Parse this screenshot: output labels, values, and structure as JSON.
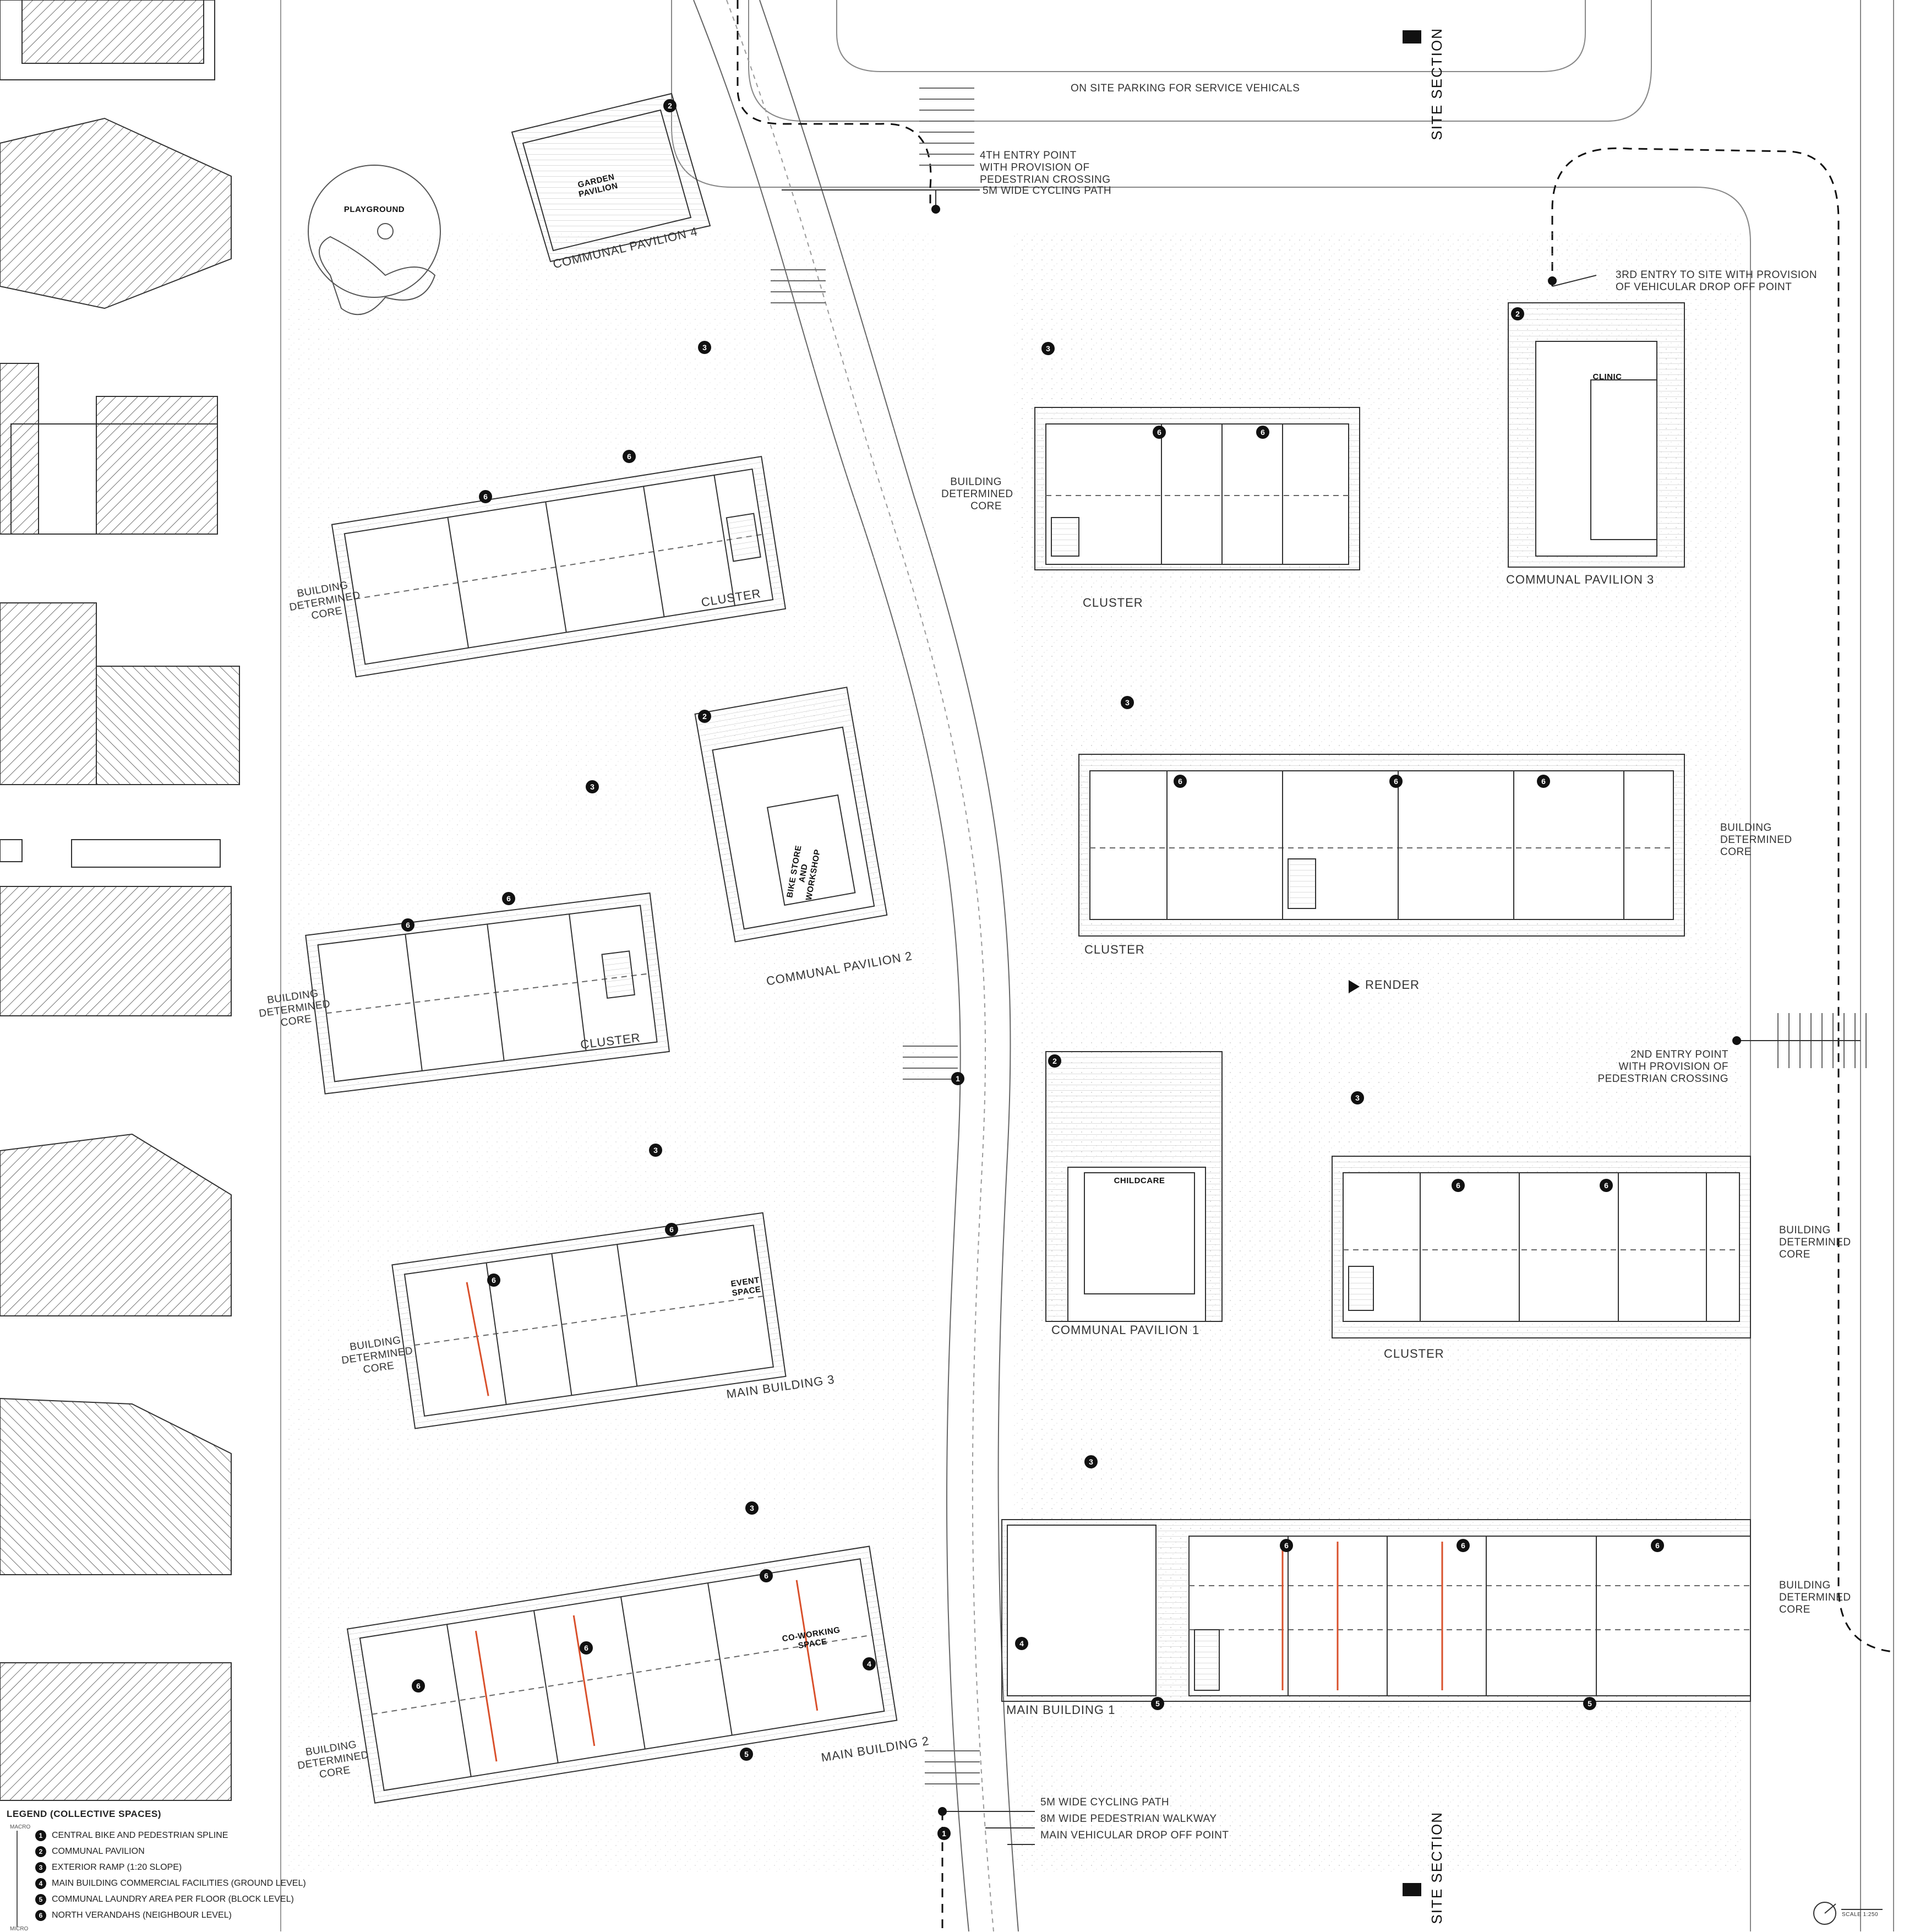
{
  "labels": {
    "garden_pavilion": "GARDEN PAVILION",
    "playground": "PLAYGROUND",
    "communal_pavilion_4": "COMMUNAL PAVILION 4",
    "communal_pavilion_3": "COMMUNAL PAVILION 3",
    "communal_pavilion_2": "COMMUNAL PAVILION 2",
    "communal_pavilion_1": "COMMUNAL PAVILION 1",
    "clinic": "CLINIC",
    "childcare": "CHILDCARE",
    "bike_store": "BIKE STORE AND WORKSHOP",
    "event_space": "EVENT SPACE",
    "coworking_space": "CO-WORKING SPACE",
    "main_building_1": "MAIN BUILDING 1",
    "main_building_2": "MAIN BUILDING 2",
    "main_building_3": "MAIN BUILDING 3",
    "cluster": "CLUSTER",
    "building_core_line1": "BUILDING",
    "building_core_line2": "DETERMINED",
    "building_core_line3": "CORE",
    "render": "RENDER",
    "site_section": "SITE SECTION",
    "on_site_parking": "ON SITE PARKING FOR SERVICE VEHICALS",
    "entry4_line1": "4TH ENTRY POINT",
    "entry4_line2": "WITH PROVISION OF",
    "entry4_line3": "PEDESTRIAN CROSSING",
    "cycling_path_top": "5M WIDE CYCLING PATH",
    "entry3_line1": "3RD ENTRY TO SITE WITH PROVISION",
    "entry3_line2": "OF VEHICULAR DROP OFF POINT",
    "entry2_line1": "2ND ENTRY POINT",
    "entry2_line2": "WITH PROVISION OF",
    "entry2_line3": "PEDESTRIAN CROSSING",
    "cycling_path_bottom": "5M WIDE CYCLING PATH",
    "pedestrian_walkway": "8M WIDE PEDESTRIAN WALKWAY",
    "vehicular_dropoff": "MAIN VEHICULAR DROP OFF POINT",
    "scale": "SCALE 1:250"
  },
  "legend": {
    "title": "LEGEND (COLLECTIVE SPACES)",
    "macro": "MACRO",
    "micro": "MICRO",
    "items": [
      {
        "num": "1",
        "label": "CENTRAL BIKE AND PEDESTRIAN SPLINE"
      },
      {
        "num": "2",
        "label": "COMMUNAL PAVILION"
      },
      {
        "num": "3",
        "label": "EXTERIOR RAMP (1:20 SLOPE)"
      },
      {
        "num": "4",
        "label": "MAIN BUILDING COMMERCIAL FACILITIES (GROUND LEVEL)"
      },
      {
        "num": "5",
        "label": "COMMUNAL LAUNDRY AREA PER FLOOR (BLOCK LEVEL)"
      },
      {
        "num": "6",
        "label": "NORTH VERANDAHS (NEIGHBOUR LEVEL)"
      }
    ]
  },
  "markers": [
    "1",
    "2",
    "3",
    "4",
    "5",
    "6"
  ],
  "colors": {
    "ink": "#222222",
    "line": "#555555",
    "light": "#9a9a9a",
    "accent": "#d9502b",
    "paper": "#ffffff"
  }
}
